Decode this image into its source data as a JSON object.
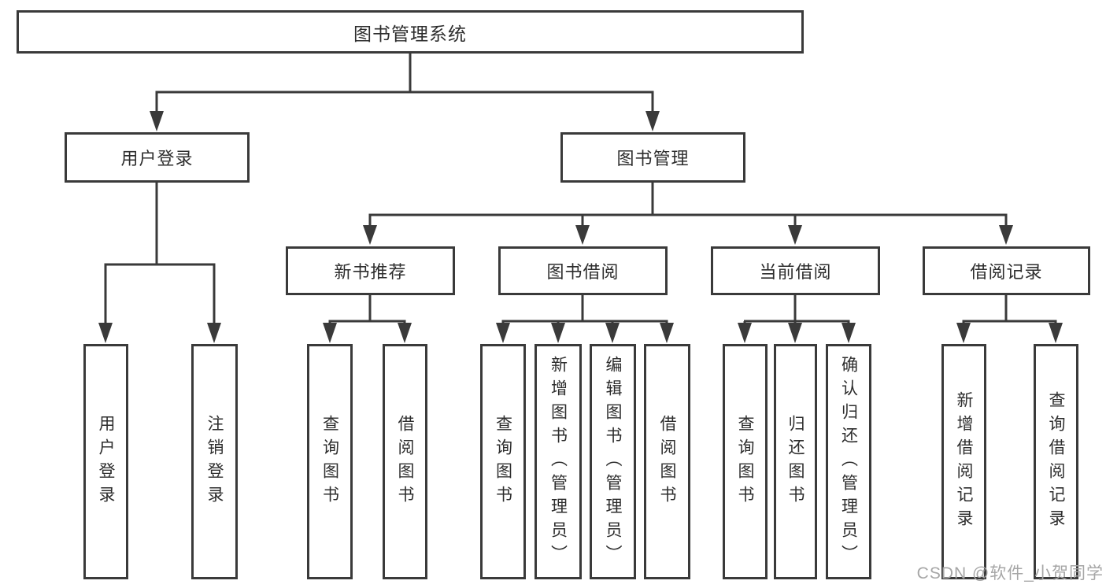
{
  "tree": {
    "root": {
      "label": "图书管理系统"
    },
    "children": [
      {
        "label": "用户登录",
        "children": [
          {
            "label": "用户登录"
          },
          {
            "label": "注销登录"
          }
        ]
      },
      {
        "label": "图书管理",
        "children": [
          {
            "label": "新书推荐",
            "children": [
              {
                "label": "查询图书"
              },
              {
                "label": "借阅图书"
              }
            ]
          },
          {
            "label": "图书借阅",
            "children": [
              {
                "label": "查询图书"
              },
              {
                "label": "新增图书（管理员）"
              },
              {
                "label": "编辑图书（管理员）"
              },
              {
                "label": "借阅图书"
              }
            ]
          },
          {
            "label": "当前借阅",
            "children": [
              {
                "label": "查询图书"
              },
              {
                "label": "归还图书"
              },
              {
                "label": "确认归还（管理员）"
              }
            ]
          },
          {
            "label": "借阅记录",
            "children": [
              {
                "label": "新增借阅记录"
              },
              {
                "label": "查询借阅记录"
              }
            ]
          }
        ]
      }
    ]
  },
  "watermark": {
    "text": "CSDN @软件_小贺同学"
  },
  "colors": {
    "line": "#3a3a3a",
    "text": "#2d2d2d",
    "watermark": "#a6a6a6",
    "background": "#ffffff"
  }
}
